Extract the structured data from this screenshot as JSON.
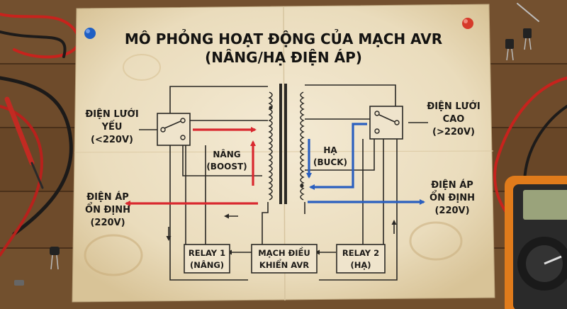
{
  "title": {
    "line1": "MÔ PHỎNG HOẠT ĐỘNG CỦA MẠCH AVR",
    "line2": "(NÂNG/HẠ ĐIỆN ÁP)"
  },
  "left_input": {
    "line1": "ĐIỆN LƯỚI",
    "line2": "YẾU",
    "line3": "(<220V)"
  },
  "right_input": {
    "line1": "ĐIỆN LƯỚI",
    "line2": "CAO",
    "line3": "(>220V)"
  },
  "left_output": {
    "line1": "ĐIỆN ÁP",
    "line2": "ỔN ĐỊNH",
    "line3": "(220V)"
  },
  "right_output": {
    "line1": "ĐIỆN ÁP",
    "line2": "ỔN ĐỊNH",
    "line3": "(220V)"
  },
  "boost": {
    "line1": "NÂNG",
    "line2": "(BOOST)"
  },
  "buck": {
    "line1": "HẠ",
    "line2": "(BUCK)"
  },
  "relay1": {
    "line1": "RELAY 1",
    "line2": "(NÂNG)"
  },
  "relay2": {
    "line1": "RELAY 2",
    "line2": "(HẠ)"
  },
  "controller": {
    "line1": "MẠCH ĐIỀU",
    "line2": "KHIỂN AVR"
  },
  "colors": {
    "boost_arrow": "#d9282f",
    "buck_arrow": "#2a5fbf",
    "wire": "#2a2824",
    "paper": "#efe4cc",
    "pin_blue": "#1f5fc4",
    "pin_red": "#d63a2a"
  }
}
